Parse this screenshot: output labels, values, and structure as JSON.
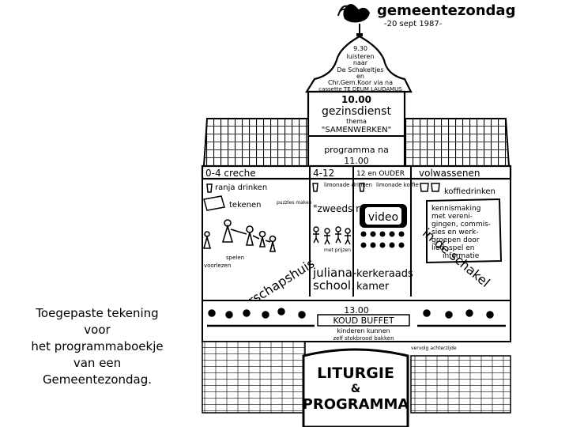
{
  "caption": {
    "lines": [
      "Toegepaste tekening",
      "voor",
      "het  programmaboekje",
      "van een",
      "Gemeentezondag."
    ]
  },
  "drawing": {
    "title": "gemeentezondag",
    "date": "-20 sept 1987-",
    "tower_lines": [
      "9.30",
      "luisteren",
      "naar",
      "De Schakeltjes",
      "en",
      "Chr.Gem.Koor  via na",
      "cassette TE DEUM LAUDAMUS"
    ],
    "service_time": "10.00",
    "service_title": "gezinsdienst",
    "service_theme_label": "thema",
    "service_theme": "\"SAMENWERKEN\"",
    "program_after": "programma na",
    "program_after_time": "11.00",
    "groups": [
      "0-4 creche",
      "4-12",
      "12 en OUDER",
      "volwassenen"
    ],
    "creche": {
      "items": [
        "ranja drinken",
        "tekenen",
        "puzzles maken",
        "spelen",
        "voorlezen"
      ],
      "building": "waterschapshuis"
    },
    "kids": {
      "drink": "limonade drinken",
      "game": "\"zweeds renspel\"",
      "prize": "met prijzen",
      "place": [
        "juliana-",
        "school."
      ]
    },
    "teens": {
      "drink": "limonade koffie",
      "video": "video",
      "place": [
        "kerkeraads",
        "kamer"
      ]
    },
    "adults": {
      "drink": "koffiedrinken",
      "text": [
        "kennismaking",
        "met vereni-",
        "gingen, commis-",
        "sies en werk-",
        "groepen door",
        "lied, spel en",
        "informatie"
      ],
      "place": "in de schakel"
    },
    "lunch_time": "13.00",
    "lunch": "KOUD  BUFFET",
    "lunch_note": [
      "kinderen kunnen",
      "zelf stokbrood bakken"
    ],
    "continuation": "vervolg achterzijde",
    "door_text": [
      "LITURGIE",
      "&",
      "PROGRAMMA"
    ]
  }
}
